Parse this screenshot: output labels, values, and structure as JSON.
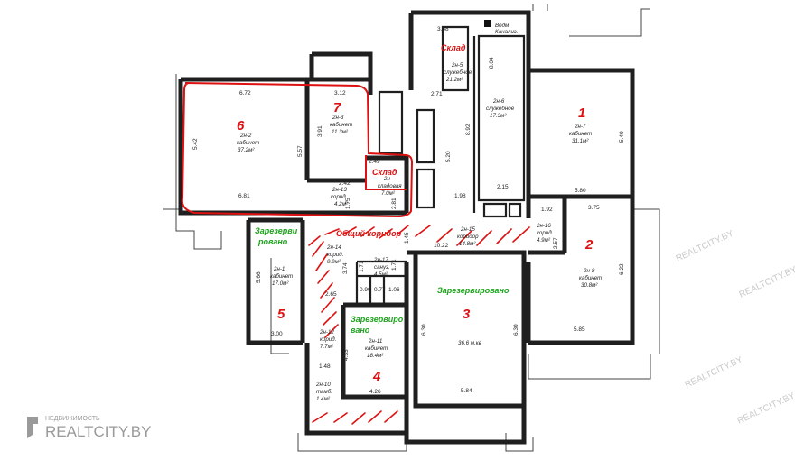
{
  "rooms": [
    {
      "num": "6",
      "id": "2н-2",
      "type": "кабинет",
      "area": "37.2м²"
    },
    {
      "num": "7",
      "id": "2н-3",
      "type": "кабинет",
      "area": "11.3м²"
    },
    {
      "num": "1",
      "id": "2н-7",
      "type": "кабинет",
      "area": "31.1м²"
    },
    {
      "num": "2",
      "id": "2н-8",
      "type": "кабинет",
      "area": "30.8м²"
    },
    {
      "num": "5",
      "id": "2н-1",
      "type": "кабинет",
      "area": "17.0м²"
    },
    {
      "num": "3",
      "area": "36.6 м.кв"
    },
    {
      "num": "4",
      "id": "2н-11",
      "type": "кабинет",
      "area": "18.4м²"
    }
  ],
  "small_rooms": [
    {
      "id": "2н-5",
      "type": "служебное",
      "area": "21.2м²"
    },
    {
      "id": "2н-6",
      "type": "служебное",
      "area": "17.3м²"
    },
    {
      "id": "2н-13",
      "type": "корид.",
      "area": "4.2м²"
    },
    {
      "id": "2н-",
      "type": "кладовая",
      "area": "7.0м²"
    },
    {
      "id": "2н-14",
      "type": "корид.",
      "area": "9.9м²"
    },
    {
      "id": "2н-15",
      "type": "коридор",
      "area": "14.8м²"
    },
    {
      "id": "2н-16",
      "type": "корид.",
      "area": "4.9м²"
    },
    {
      "id": "2н-17",
      "type": "сануз.",
      "area": "4.5м²"
    },
    {
      "id": "2н-12",
      "type": "корид.",
      "area": "7.7м²"
    },
    {
      "id": "2н-10",
      "type": "тамб.",
      "area": "1.4м²"
    }
  ],
  "annotations": {
    "sklad_top": "Склад",
    "sklad_mid": "Склад",
    "corridor": "Общий коридор",
    "reserved_left_1": "Зарезерви",
    "reserved_left_2": "ровано",
    "reserved_3": "Зарезервировано",
    "reserved_4_1": "Зарезервиро",
    "reserved_4_2": "вано"
  },
  "meter_label_1": "Водм",
  "meter_label_2": "Канализ.",
  "dimensions": {
    "d358": "3.58",
    "d804": "8.04",
    "d271": "2.71",
    "d672": "6.72",
    "d312": "3.12",
    "d542": "5.42",
    "d557": "5.57",
    "d391": "3.91",
    "d681": "6.81",
    "d249": "2.49",
    "d242": "2.42",
    "d175": "1.75",
    "d281": "2.81",
    "d520": "5.20",
    "d892": "8.92",
    "d198": "1.98",
    "d215": "2.15",
    "d540": "5.40",
    "d580": "5.80",
    "d192": "1.92",
    "d375": "3.75",
    "d257": "2.57",
    "d622": "6.22",
    "d585": "5.85",
    "d1022": "10.22",
    "d145": "1.45",
    "d566": "5.66",
    "d300": "3.00",
    "d374": "3.74",
    "d171": "1.71",
    "d171b": "1.71",
    "d090": "0.90",
    "d077": "0.77",
    "d106": "1.06",
    "d265": "2.65",
    "d630a": "6.30",
    "d630b": "6.30",
    "d584": "5.84",
    "d433": "4.33",
    "d426": "4.26",
    "d148": "1.48"
  },
  "watermark": {
    "small": "НЕДВИЖИМОСТЬ",
    "big": "REALTCITY.BY",
    "faint": "REALTCITY.BY"
  }
}
